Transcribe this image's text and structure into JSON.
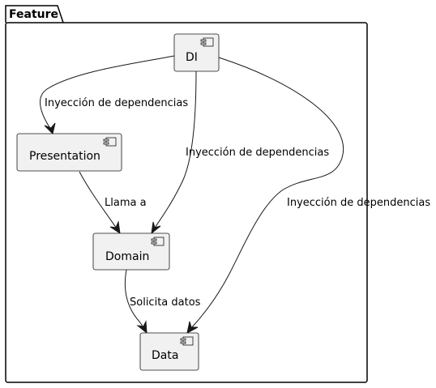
{
  "package": {
    "title": "Feature"
  },
  "components": {
    "di": "DI",
    "presentation": "Presentation",
    "domain": "Domain",
    "data": "Data"
  },
  "edges": {
    "di_to_presentation": "Inyección de dependencias",
    "di_to_domain": "Inyección de dependencias",
    "di_to_data": "Inyección de dependencias",
    "presentation_to_domain": "Llama a",
    "domain_to_data": "Solicita datos"
  },
  "colors": {
    "component_fill": "#f1f1f1",
    "stroke": "#181818"
  }
}
